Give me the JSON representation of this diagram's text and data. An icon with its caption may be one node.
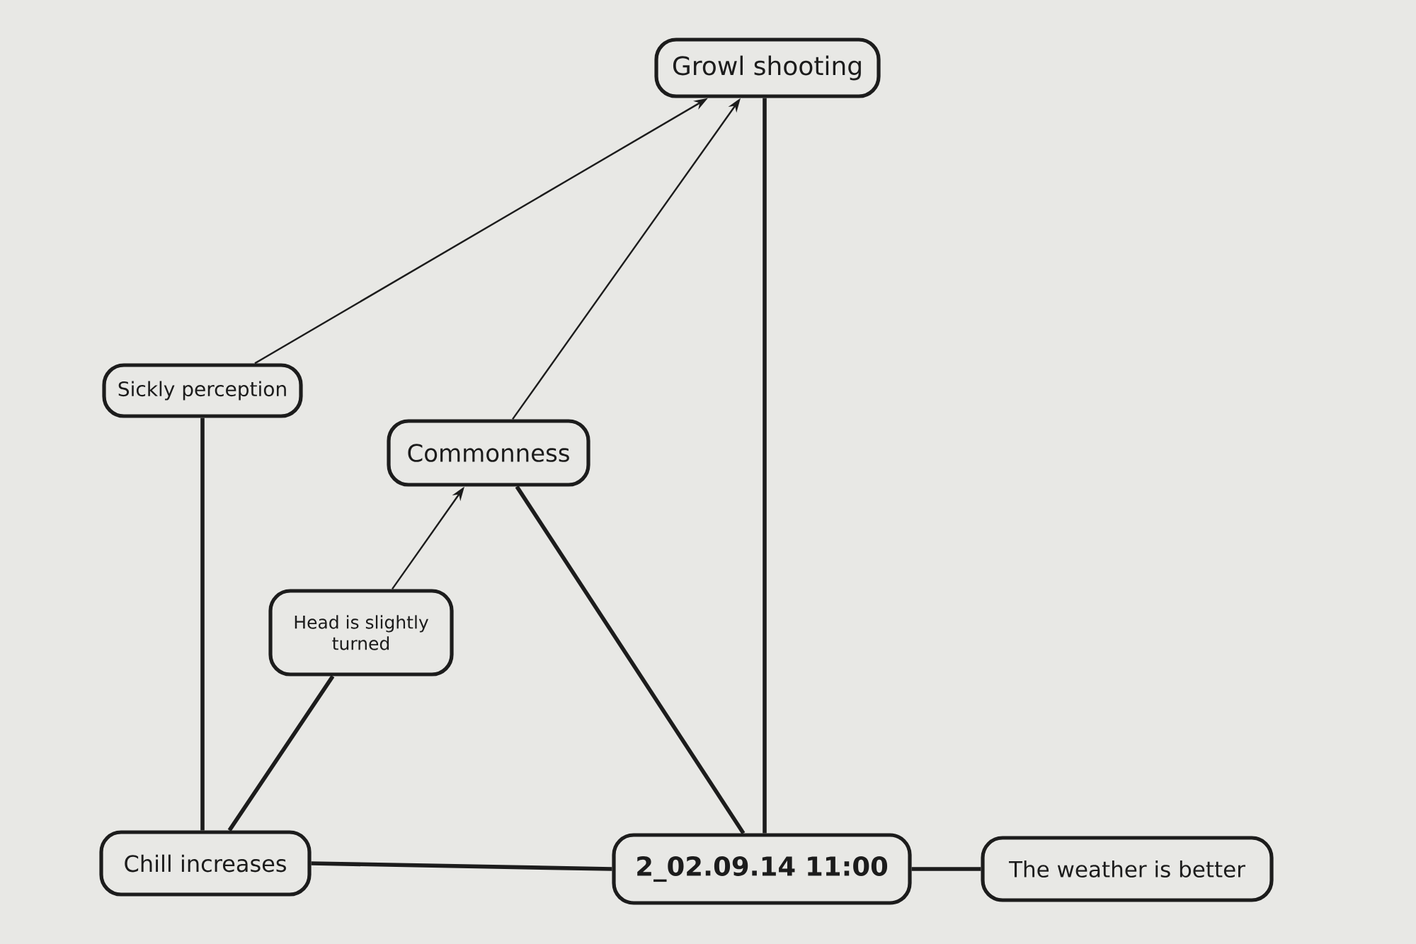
{
  "diagram": {
    "nodes": [
      {
        "text": [
          "Growl shooting"
        ]
      },
      {
        "text": [
          "Sickly perception"
        ]
      },
      {
        "text": [
          "Commonness"
        ]
      },
      {
        "text": [
          "Head is slightly turned"
        ]
      },
      {
        "text": [
          "Chill increases"
        ]
      },
      {
        "text": [
          "2_02.09.14 11:00"
        ]
      },
      {
        "text": [
          "The weather is better"
        ]
      }
    ],
    "edges": [
      {
        "from": 1,
        "to": 0,
        "arrow": "to"
      },
      {
        "from": 2,
        "to": 0,
        "arrow": "to"
      },
      {
        "from": 3,
        "to": 2,
        "arrow": "to"
      },
      {
        "from": 1,
        "to": 4,
        "arrow": "none"
      },
      {
        "from": 3,
        "to": 4,
        "arrow": "none"
      },
      {
        "from": 2,
        "to": 5,
        "arrow": "none"
      },
      {
        "from": 0,
        "to": 5,
        "arrow": "none"
      },
      {
        "from": 4,
        "to": 5,
        "arrow": "none"
      },
      {
        "from": 5,
        "to": 6,
        "arrow": "none"
      }
    ]
  }
}
